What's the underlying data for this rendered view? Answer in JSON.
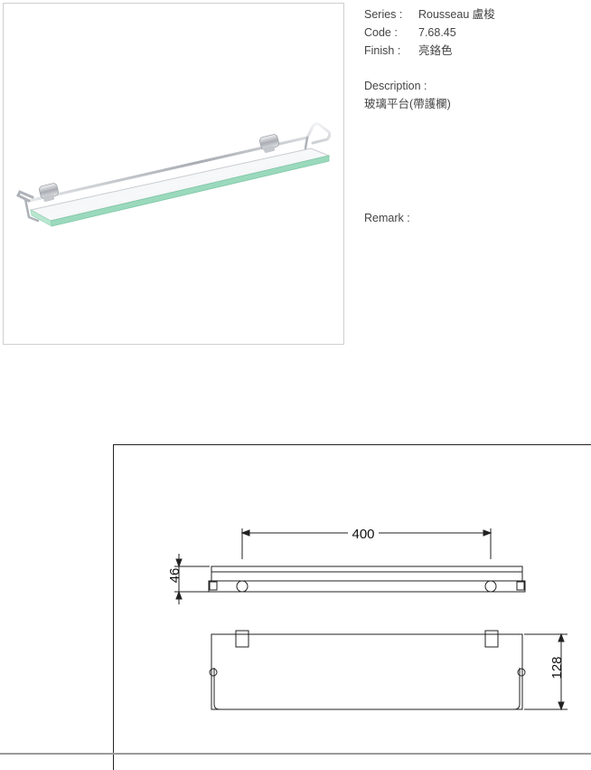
{
  "product": {
    "series_label": "Series :",
    "series_value": "Rousseau 盧梭",
    "code_label": "Code :",
    "code_value": "7.68.45",
    "finish_label": "Finish :",
    "finish_value": "亮鉻色",
    "description_label": "Description :",
    "description_value": "玻璃平台(帶護欄)",
    "remark_label": "Remark :"
  },
  "drawing": {
    "width_dim": "400",
    "height_dim": "46",
    "depth_dim": "128"
  },
  "colors": {
    "glass_edge": "#8fd6b4",
    "chrome": "#b8bcc2",
    "line": "#222222"
  }
}
